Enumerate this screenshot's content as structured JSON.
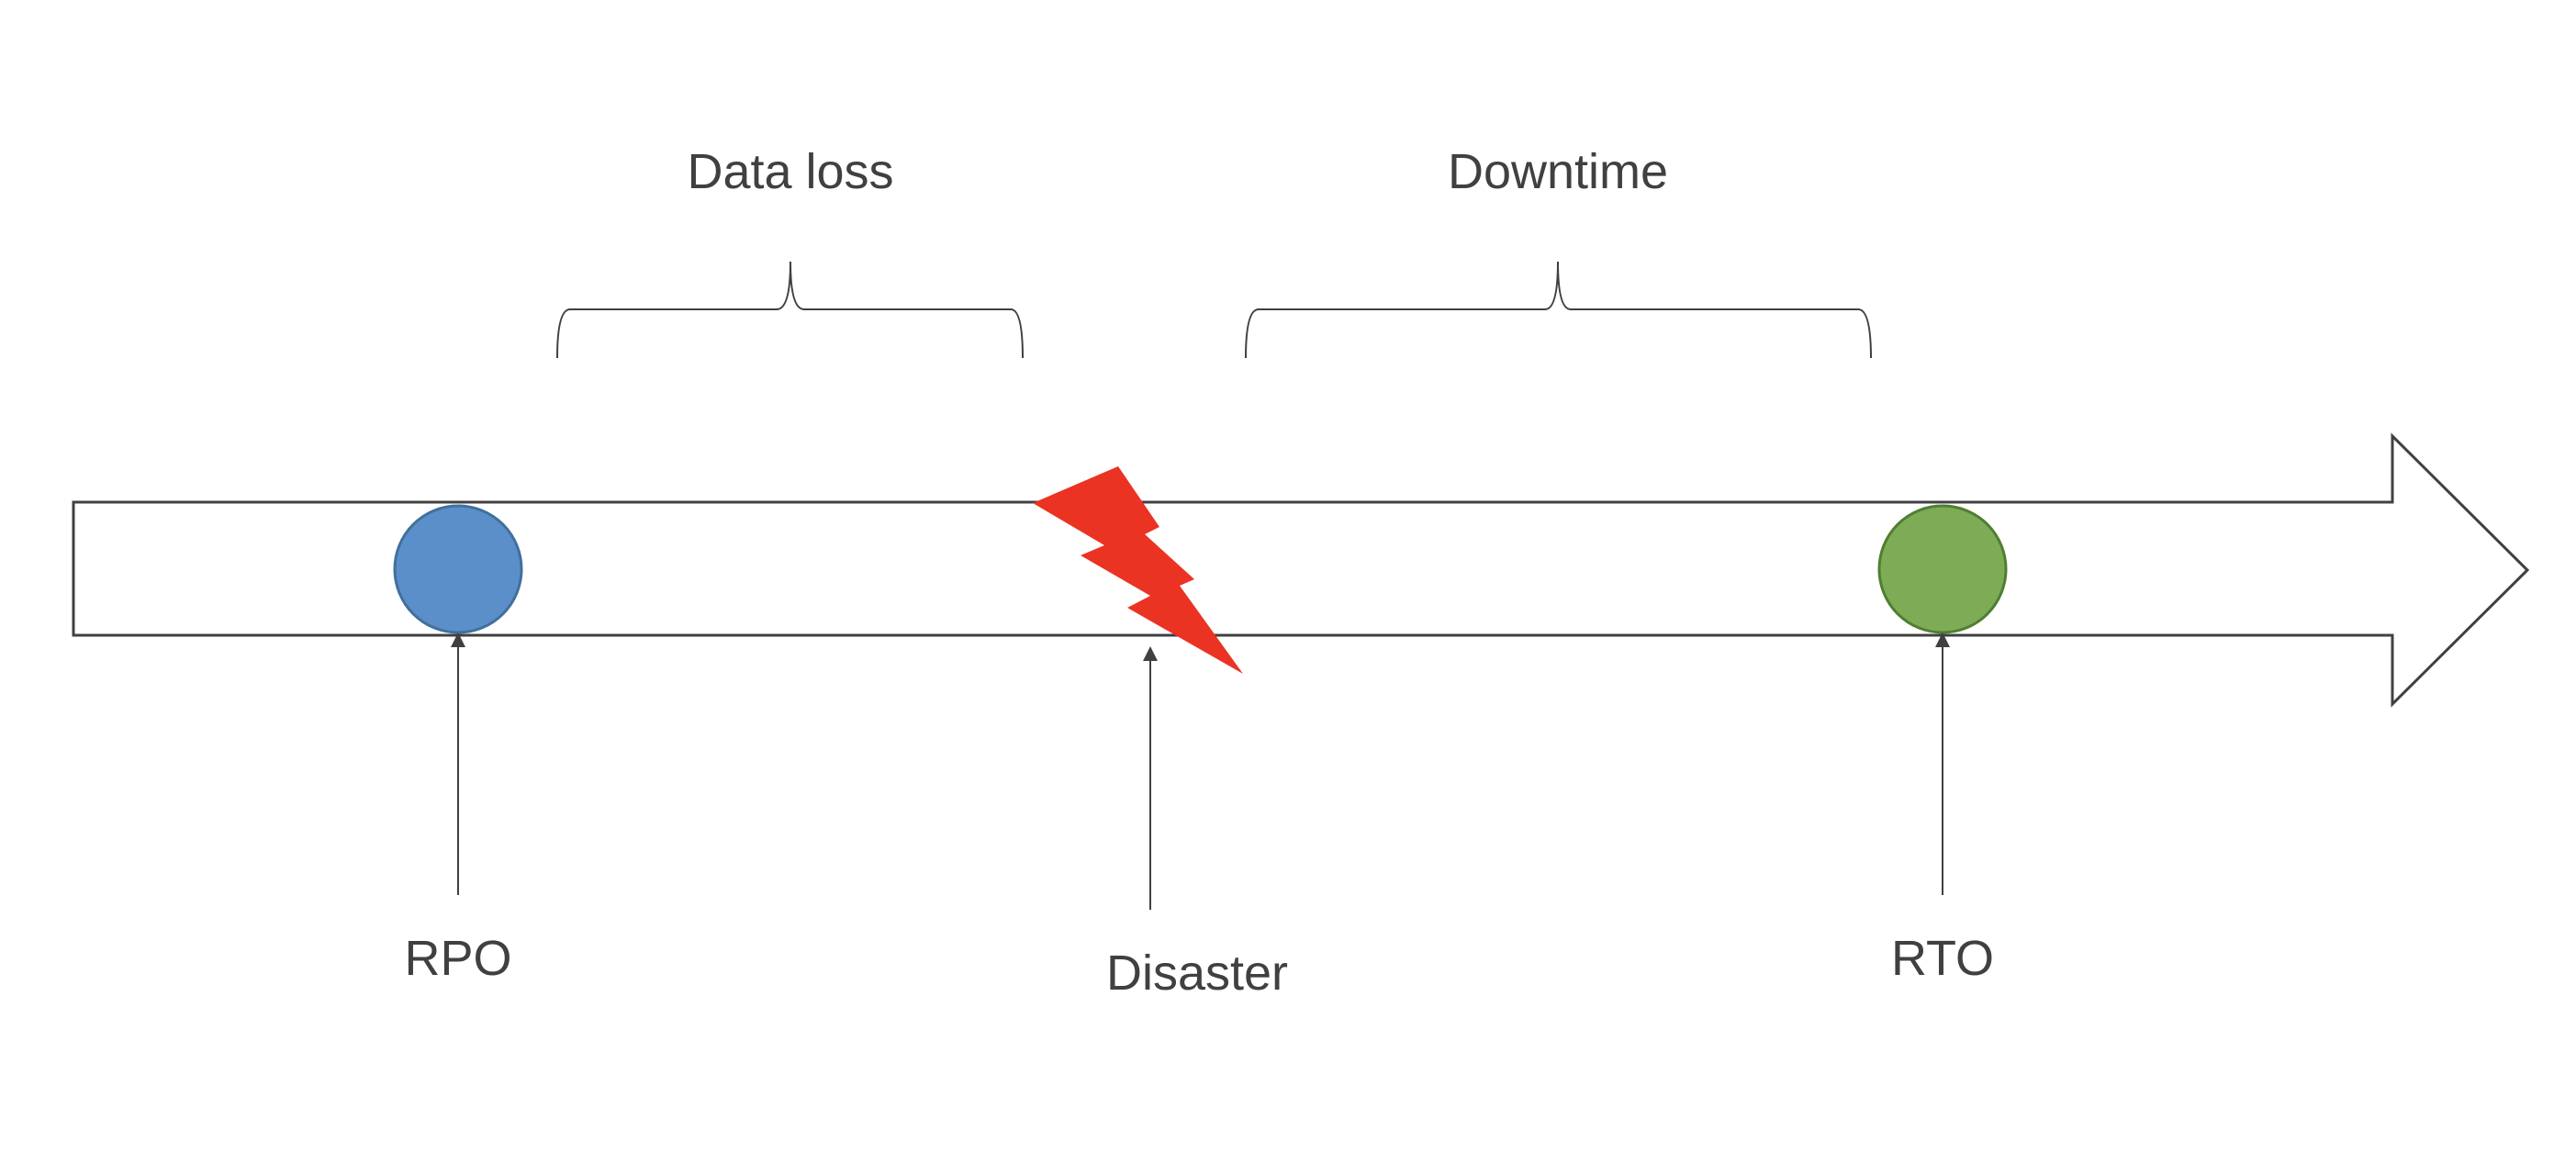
{
  "labels": {
    "data_loss": "Data loss",
    "downtime": "Downtime",
    "rpo": "RPO",
    "disaster": "Disaster",
    "rto": "RTO"
  },
  "colors": {
    "outline": "#404040",
    "rpo_circle": "#5b8fc9",
    "rpo_circle_stroke": "#41709c",
    "rto_circle": "#7eab55",
    "rto_circle_stroke": "#507e32",
    "lightning": "#ea3323",
    "text": "#404040"
  },
  "icons": {
    "disaster_marker": "lightning-bolt-icon"
  }
}
